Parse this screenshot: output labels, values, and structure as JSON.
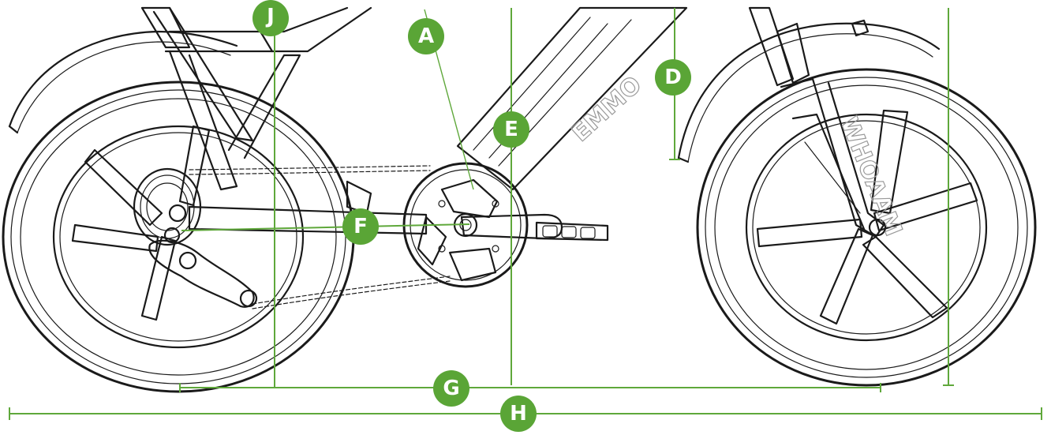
{
  "diagram": {
    "labels": {
      "A": "A",
      "D": "D",
      "E": "E",
      "F": "F",
      "G": "G",
      "H": "H",
      "J": "J"
    },
    "brand_text": "EMMO",
    "fork_text": "WHOAAM",
    "colors": {
      "dimension_green": "#5aa536",
      "line_art": "#1a1a1a",
      "background": "#ffffff"
    }
  }
}
